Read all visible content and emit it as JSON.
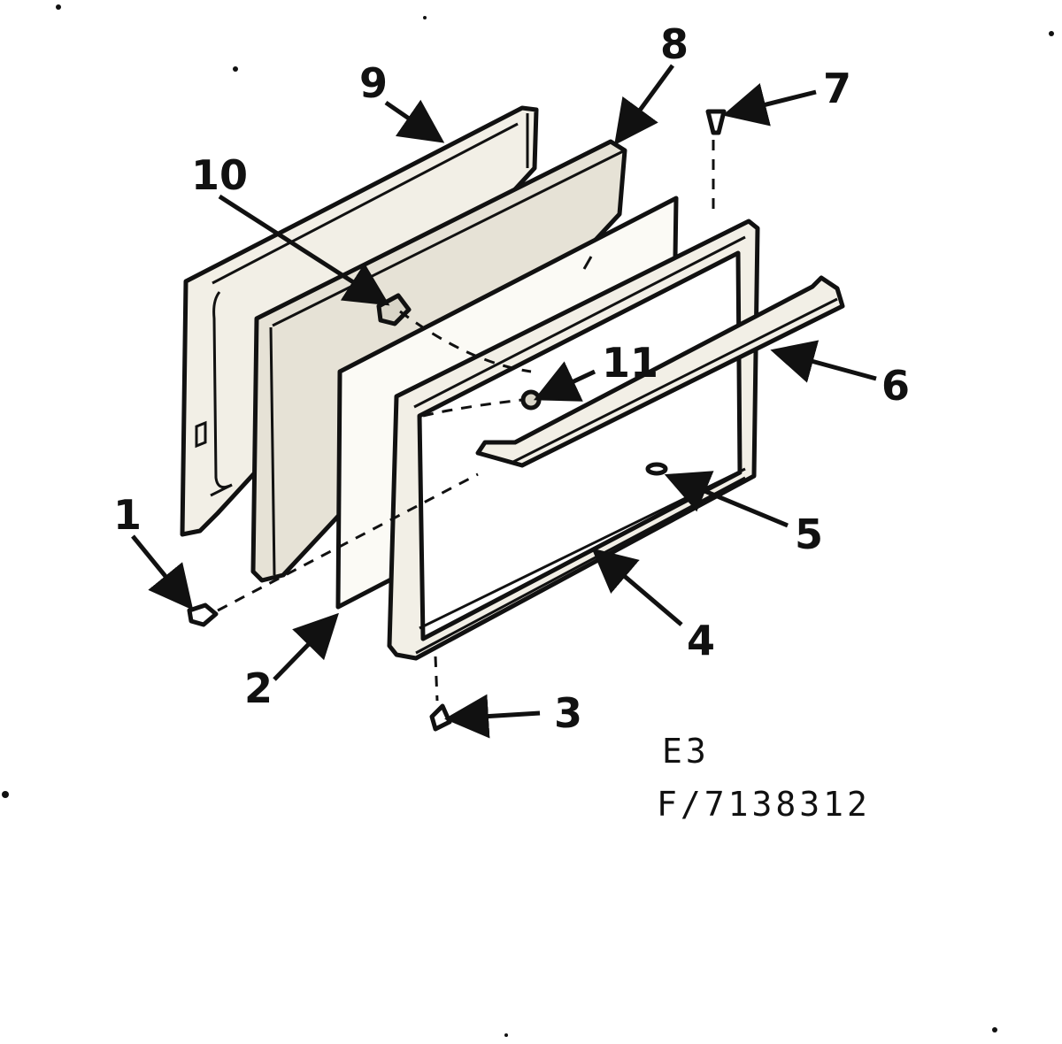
{
  "callouts": [
    "1",
    "2",
    "3",
    "4",
    "5",
    "6",
    "7",
    "8",
    "9",
    "10",
    "11"
  ],
  "caption": {
    "line1": "E3",
    "line2": "F/7138312"
  }
}
